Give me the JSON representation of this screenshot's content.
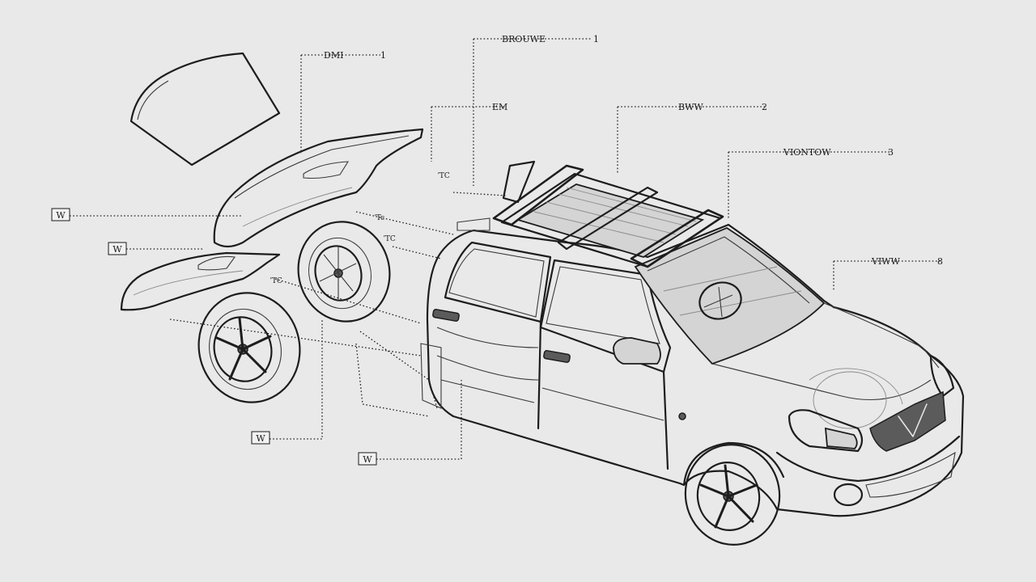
{
  "callouts": [
    {
      "id": "c1",
      "text": "DMI",
      "num": "1"
    },
    {
      "id": "c2",
      "text": "BROUWE",
      "num": "1"
    },
    {
      "id": "c3",
      "text": "EM",
      "num": ""
    },
    {
      "id": "c4",
      "text": "BWW",
      "num": "2"
    },
    {
      "id": "c5",
      "text": "VIONTOW",
      "num": "3"
    },
    {
      "id": "c6",
      "text": "VIWW",
      "num": "8"
    }
  ],
  "boxed_tags": [
    {
      "id": "b1",
      "text": "W"
    },
    {
      "id": "b2",
      "text": "W"
    },
    {
      "id": "b3",
      "text": "W"
    },
    {
      "id": "b4",
      "text": "W"
    }
  ],
  "small_marks": [
    {
      "id": "m1",
      "text": "ʼTC"
    },
    {
      "id": "m2",
      "text": "ʼTc"
    },
    {
      "id": "m3",
      "text": "ʼTC"
    },
    {
      "id": "m4",
      "text": "ʼTC"
    }
  ]
}
